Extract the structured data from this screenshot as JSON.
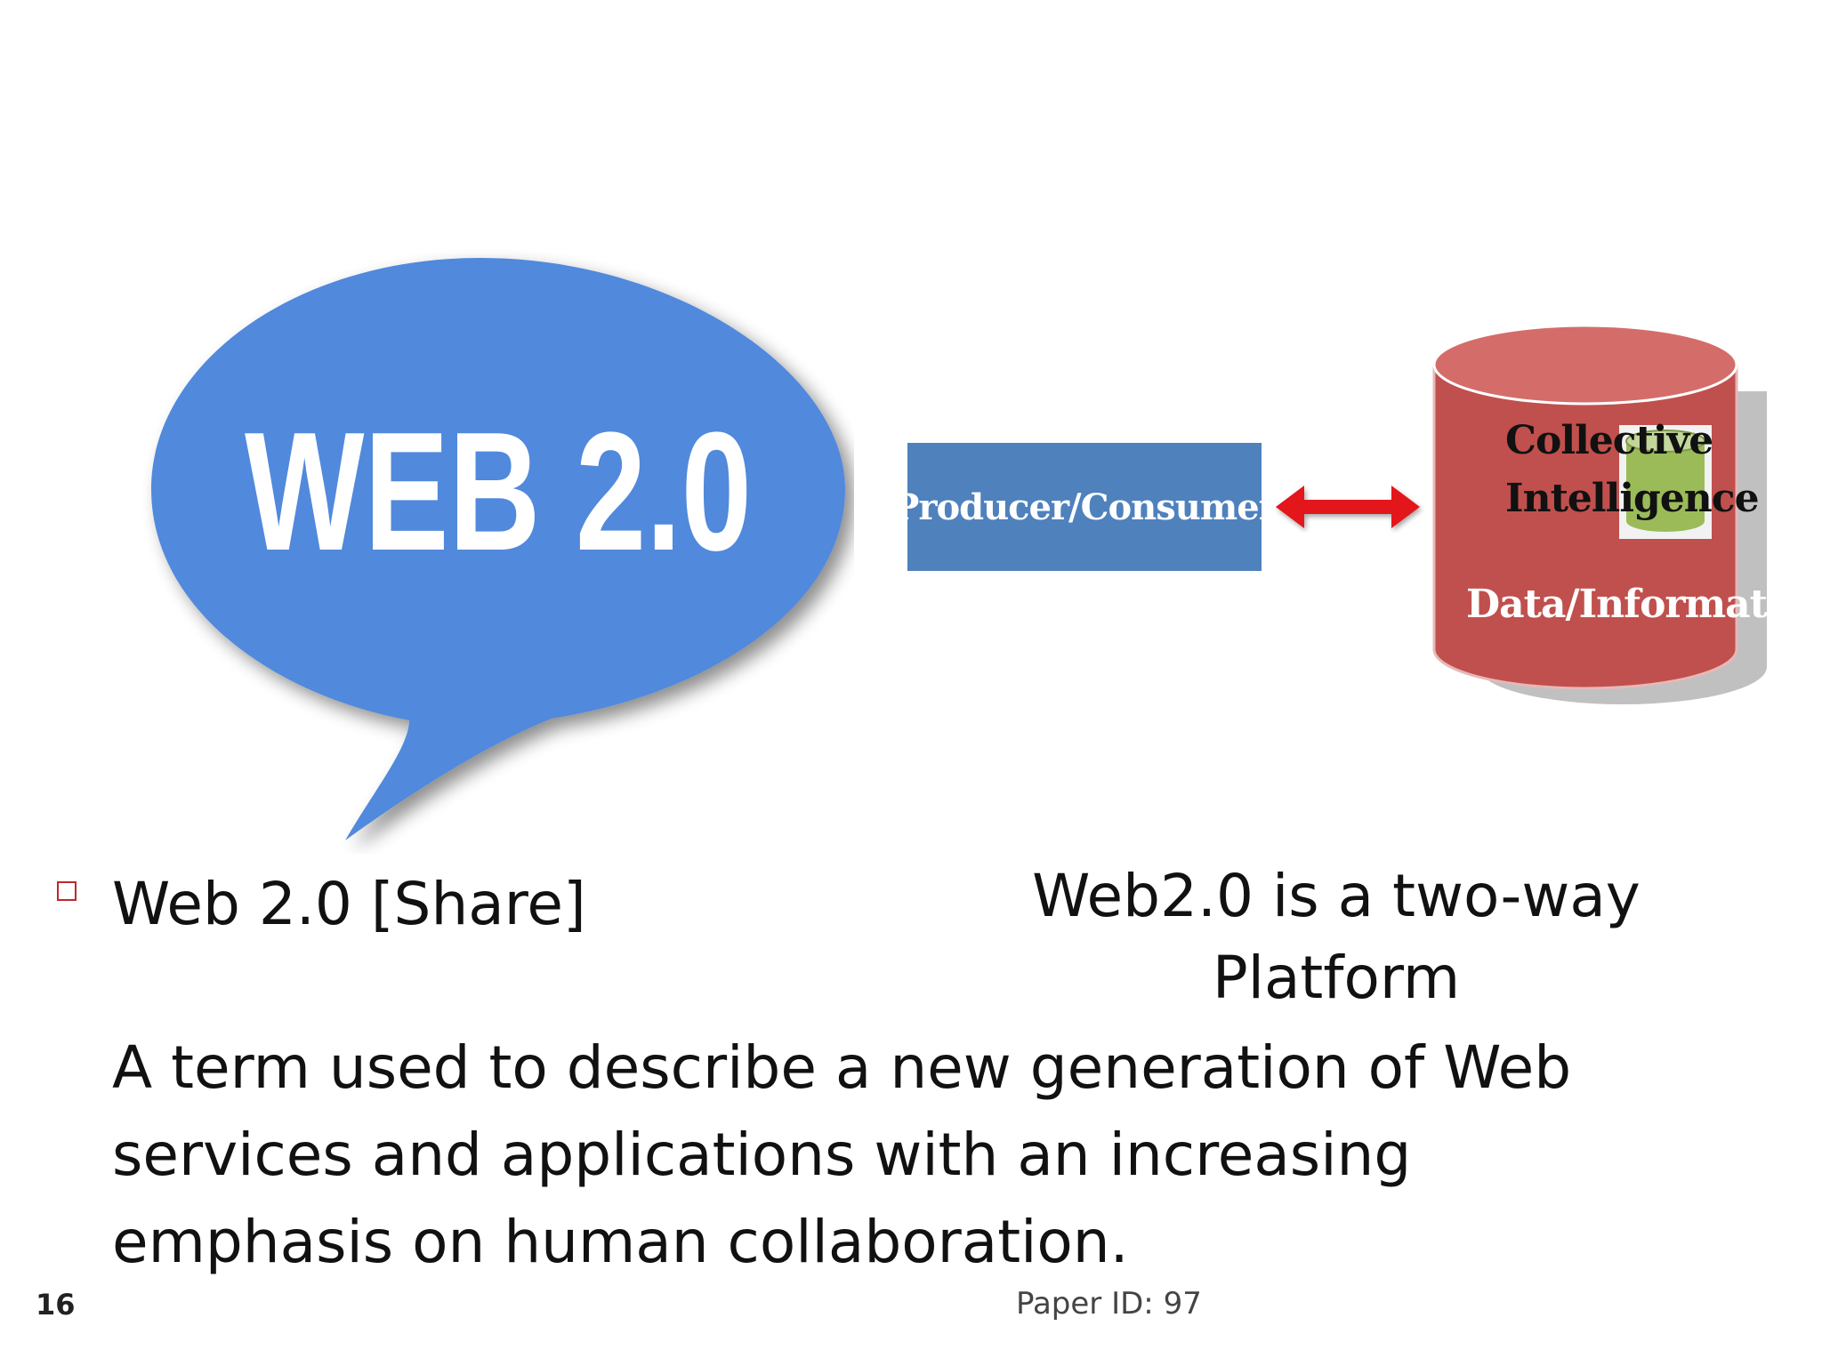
{
  "bubble": {
    "text": "WEB 2.0",
    "fill": "#5189dc"
  },
  "producer": {
    "label": "Producer/Consumer",
    "fill": "#4f81bd"
  },
  "arrow": {
    "color": "#e3141b",
    "direction": "bidirectional"
  },
  "database": {
    "line1": "Collective",
    "line2": "Intelligence",
    "bottom": "Data/Information",
    "fill": "#c0504d",
    "inner_fill": "#9bbb59"
  },
  "bullet": {
    "text": "Web 2.0 [Share]",
    "color": "#c0272d"
  },
  "platform_note": {
    "line1": "Web2.0 is a two-way",
    "line2": "Platform"
  },
  "description": "A term used to describe a new generation of Web services and applications with an increasing emphasis on human collaboration.",
  "footer": {
    "page_number": "16",
    "paper_id": "Paper ID: 97"
  }
}
